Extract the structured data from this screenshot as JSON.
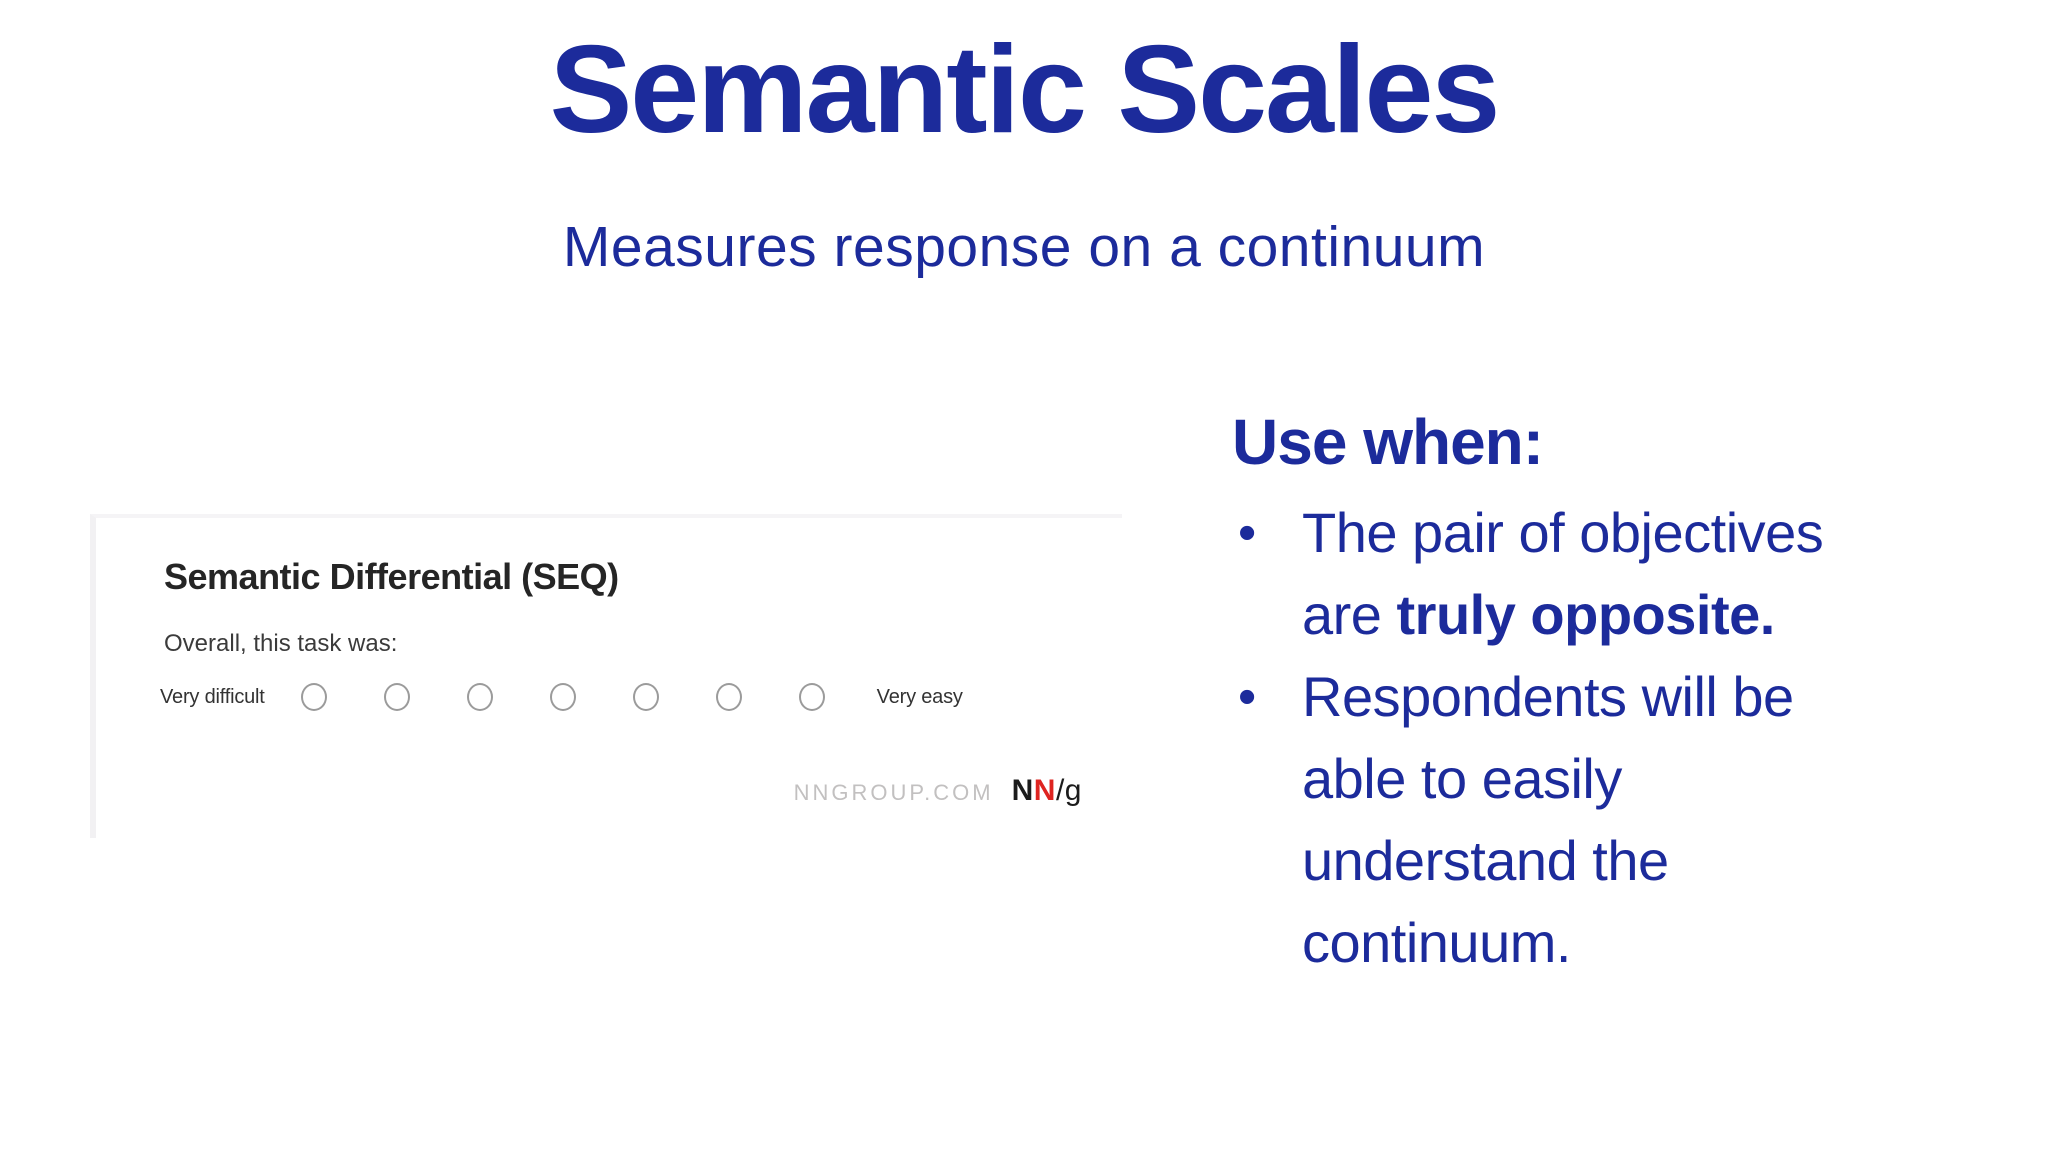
{
  "slide": {
    "title": "Semantic Scales",
    "subtitle": "Measures response on a continuum"
  },
  "survey_card": {
    "heading": "Semantic Differential (SEQ)",
    "question": "Overall, this task was:",
    "scale": {
      "left_label": "Very difficult",
      "right_label": "Very easy",
      "num_options": 7
    },
    "footer": {
      "site": "NNGROUP.COM",
      "logo_n1": "N",
      "logo_n2": "N",
      "logo_slash_g": "/g"
    }
  },
  "use_when": {
    "heading": "Use when:",
    "bullet_char": "•",
    "bullet1": {
      "line1": "The pair of objectives",
      "line2_regular": "are ",
      "line2_bold": "truly opposite."
    },
    "bullet2": {
      "line1": "Respondents will be",
      "line2": "able to easily",
      "line3": "understand the",
      "line4": "continuum."
    }
  },
  "colors": {
    "accent_blue": "#1c2b9b",
    "logo_red": "#de2420",
    "muted_gray": "#c2c0c0"
  }
}
